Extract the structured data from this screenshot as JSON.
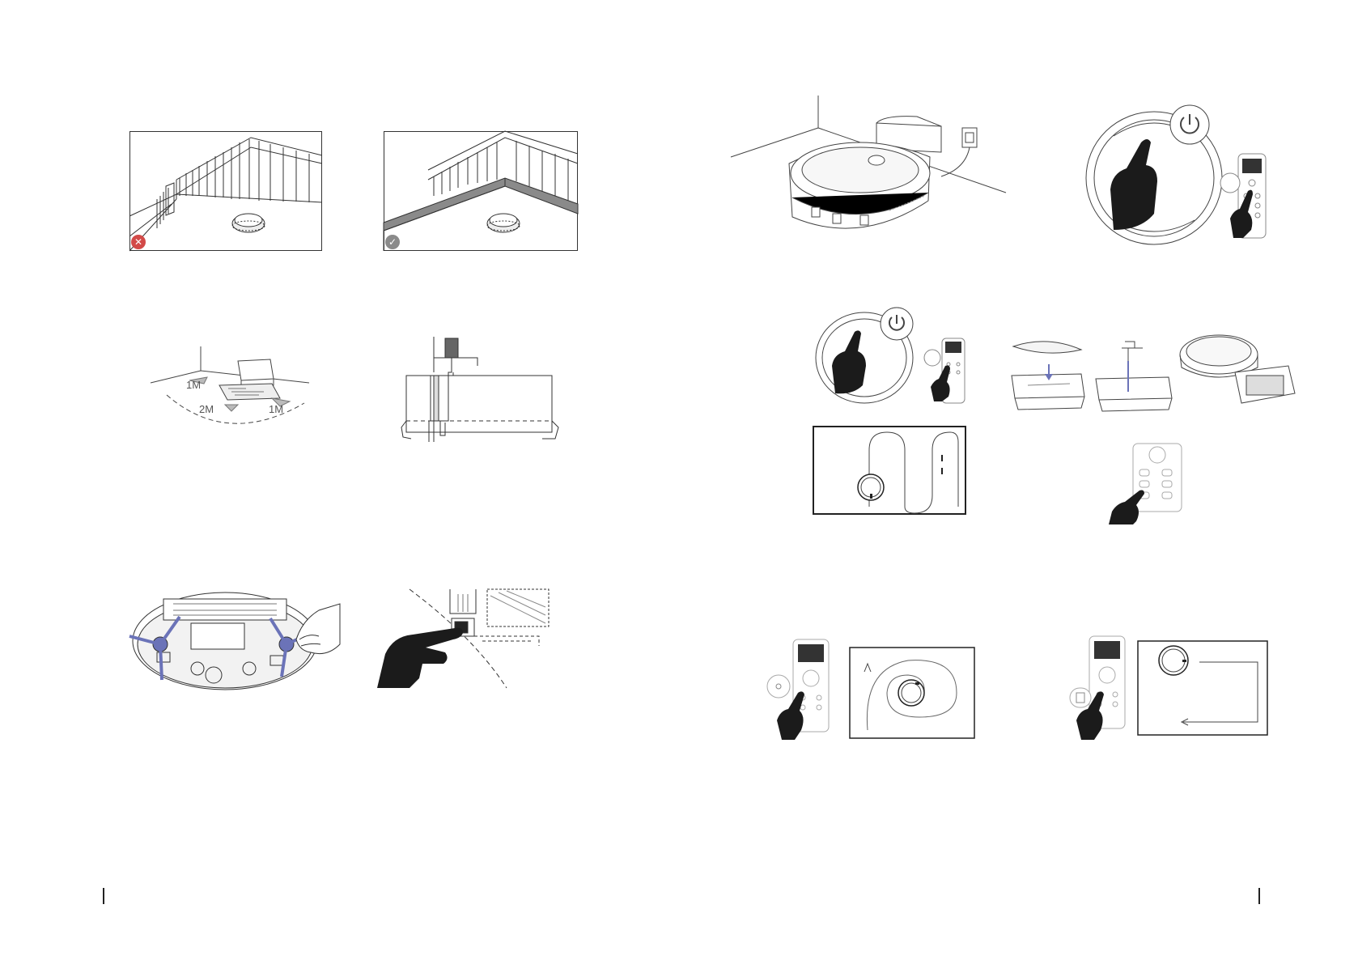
{
  "dimension_labels": {
    "left": "1M",
    "front": "2M",
    "right": "1M"
  },
  "status_badges": {
    "wrong": "✕",
    "right": "✓"
  }
}
